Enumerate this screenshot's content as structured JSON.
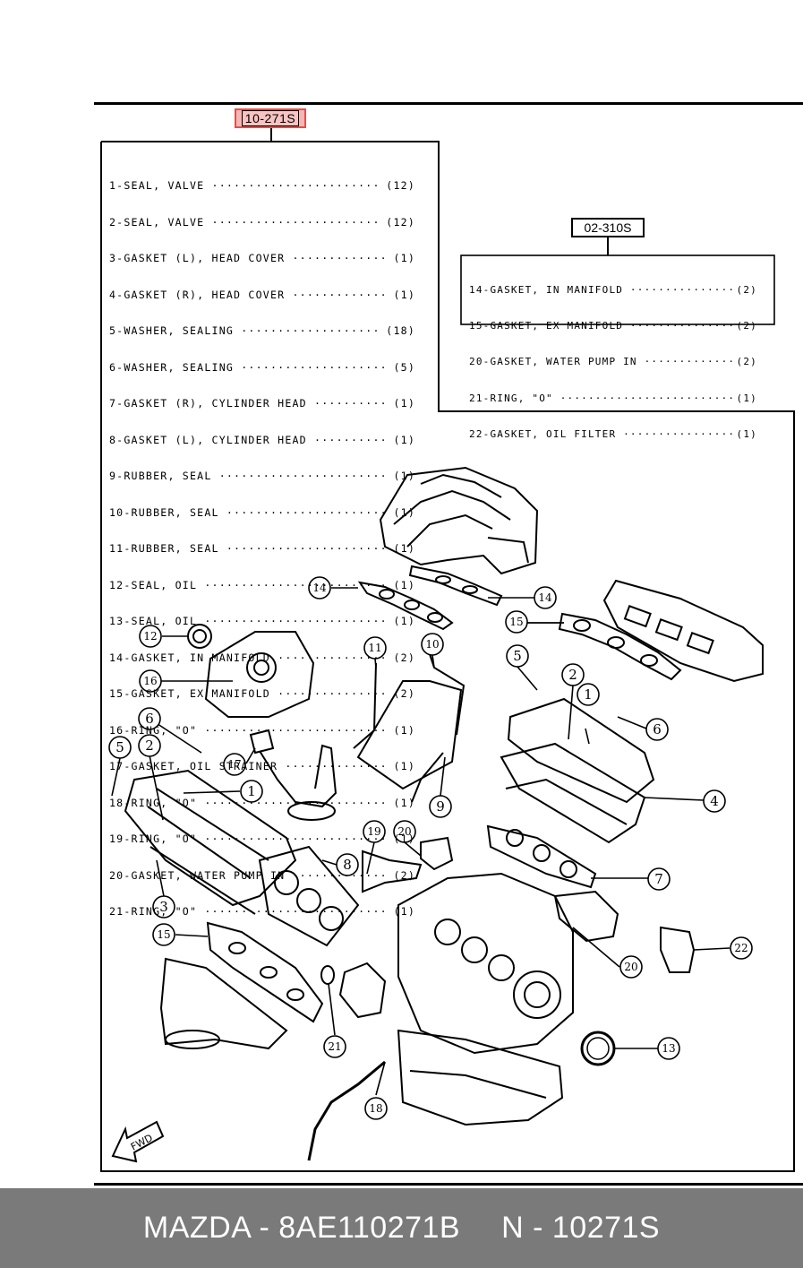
{
  "diagram": {
    "main_callout": "10-271S",
    "secondary_callout": "02-310S",
    "fwd_label": "FWD",
    "main_parts": [
      {
        "name": "1-SEAL, VALVE",
        "qty": "(12)"
      },
      {
        "name": "2-SEAL, VALVE",
        "qty": "(12)"
      },
      {
        "name": "3-GASKET (L), HEAD COVER",
        "qty": "(1)"
      },
      {
        "name": "4-GASKET (R), HEAD COVER",
        "qty": "(1)"
      },
      {
        "name": "5-WASHER, SEALING",
        "qty": "(18)"
      },
      {
        "name": "6-WASHER, SEALING",
        "qty": "(5)"
      },
      {
        "name": "7-GASKET (R), CYLINDER HEAD",
        "qty": "(1)"
      },
      {
        "name": "8-GASKET (L), CYLINDER HEAD",
        "qty": "(1)"
      },
      {
        "name": "9-RUBBER, SEAL",
        "qty": "(1)"
      },
      {
        "name": "10-RUBBER, SEAL",
        "qty": "(1)"
      },
      {
        "name": "11-RUBBER, SEAL",
        "qty": "(1)"
      },
      {
        "name": "12-SEAL, OIL",
        "qty": "(1)"
      },
      {
        "name": "13-SEAL, OIL",
        "qty": "(1)"
      },
      {
        "name": "14-GASKET, IN MANIFOLD",
        "qty": "(2)"
      },
      {
        "name": "15-GASKET, EX MANIFOLD",
        "qty": "(2)"
      },
      {
        "name": "16-RING, \"O\"",
        "qty": "(1)"
      },
      {
        "name": "17-GASKET, OIL STRAINER",
        "qty": "(1)"
      },
      {
        "name": "18-RING, \"O\"",
        "qty": "(1)"
      },
      {
        "name": "19-RING, \"O\"",
        "qty": "(1)"
      },
      {
        "name": "20-GASKET, WATER PUMP IN",
        "qty": "(2)"
      },
      {
        "name": "21-RING, \"O\"",
        "qty": "(1)"
      }
    ],
    "secondary_parts": [
      {
        "name": "14-GASKET, IN MANIFOLD",
        "qty": "(2)"
      },
      {
        "name": "15-GASKET, EX MANIFOLD",
        "qty": "(2)"
      },
      {
        "name": "20-GASKET, WATER PUMP IN",
        "qty": "(2)"
      },
      {
        "name": "21-RING, \"O\"",
        "qty": "(1)"
      },
      {
        "name": "22-GASKET, OIL FILTER",
        "qty": "(1)"
      }
    ],
    "callout_numbers": [
      "1",
      "2",
      "3",
      "4",
      "5",
      "6",
      "7",
      "8",
      "9",
      "10",
      "11",
      "12",
      "13",
      "14",
      "15",
      "16",
      "17",
      "18",
      "19",
      "20",
      "21",
      "22"
    ]
  },
  "footer": {
    "part_number": "MAZDA - 8AE110271B",
    "kit_number": "N - 10271S"
  }
}
